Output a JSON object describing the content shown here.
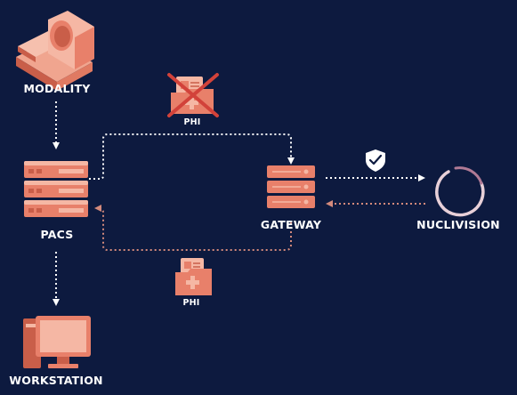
{
  "diagram": {
    "nodes": {
      "modality": "MODALITY",
      "pacs": "PACS",
      "gateway": "GATEWAY",
      "nuclivision": "NUCLIVISION",
      "workstation": "WORKSTATION"
    },
    "phi_labels": {
      "blocked": "PHI",
      "allowed": "PHI"
    }
  },
  "colors": {
    "background": "#0d1a3f",
    "icon_primary": "#e8806a",
    "icon_light": "#f5b7a4",
    "icon_dark": "#c95e49",
    "blocked_cross": "#d2423a",
    "arrow_white": "#ffffff",
    "arrow_salmon": "#d48a7c",
    "secure_shield": "#ffffff"
  },
  "icons": [
    "mri-scanner-icon",
    "server-rack-icon",
    "gateway-server-icon",
    "nuclivision-logo-icon",
    "workstation-monitor-icon",
    "phi-document-crossed-icon",
    "phi-document-icon",
    "shield-check-icon"
  ]
}
